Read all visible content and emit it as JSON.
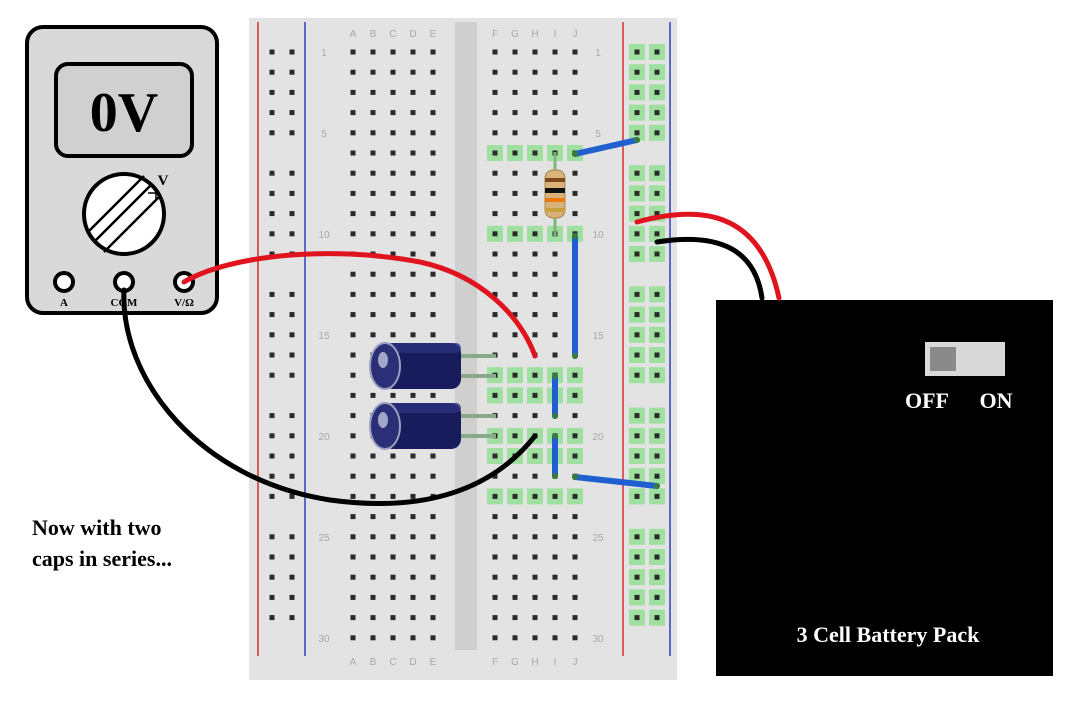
{
  "multimeter": {
    "display": "0V",
    "dial_mark": "V",
    "ports": {
      "a": "A",
      "com": "COM",
      "v_ohm": "V/Ω"
    }
  },
  "breadboard": {
    "columns_left": [
      "A",
      "B",
      "C",
      "D",
      "E"
    ],
    "columns_right": [
      "F",
      "G",
      "H",
      "I",
      "J"
    ],
    "row_numbers": [
      "1",
      "5",
      "10",
      "15",
      "20",
      "25",
      "30"
    ]
  },
  "battery": {
    "switch_off": "OFF",
    "switch_on": "ON",
    "label": "3 Cell Battery Pack"
  },
  "caption": {
    "line1": "Now with two",
    "line2": "caps in series..."
  },
  "colors": {
    "wire_red": "#e0141e",
    "wire_black": "#000000",
    "jumper_blue": "#1f5fd0",
    "highlight_green": "#9fdf9f",
    "breadboard": "#e2e2e2"
  }
}
